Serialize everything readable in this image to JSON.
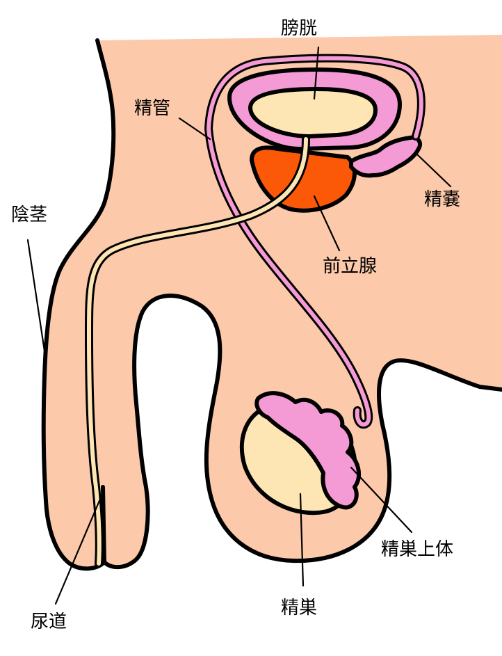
{
  "labels": {
    "bladder": "膀胱",
    "vas_deferens": "精管",
    "penis": "陰茎",
    "seminal_vesicle": "精嚢",
    "prostate": "前立腺",
    "testis": "精巣",
    "epididymis": "精巣上体",
    "urethra": "尿道"
  },
  "colors": {
    "skin": "#fcc9aa",
    "bladder": "#f49ad4",
    "bladder_lumen": "#fde5b4",
    "prostate": "#fb5808",
    "testis": "#fde5b4",
    "epididymis": "#f49ad4",
    "urethra": "#fde5b4",
    "outline": "#000000"
  }
}
